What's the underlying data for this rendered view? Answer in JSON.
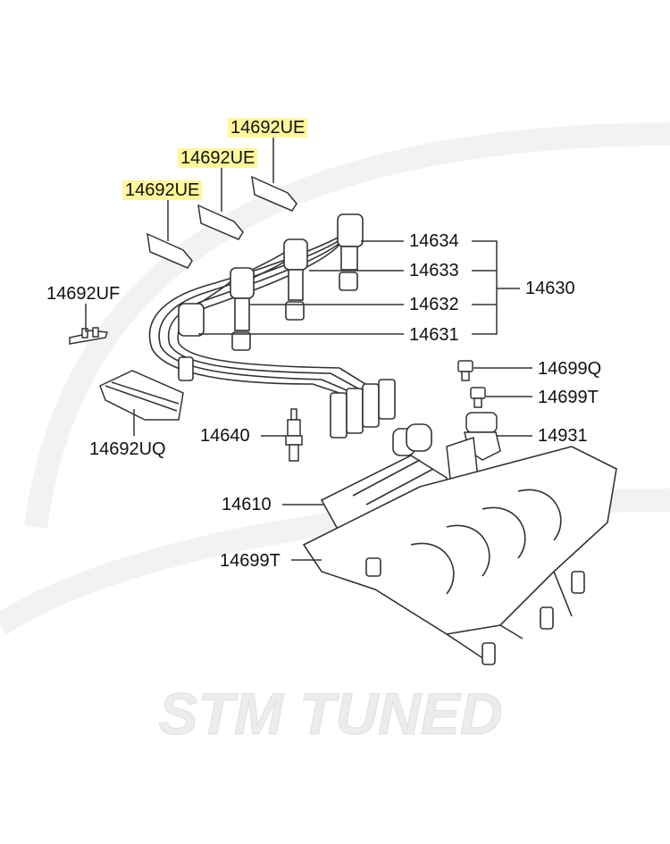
{
  "diagram": {
    "part_labels": {
      "clip_1": "14692UE",
      "clip_2": "14692UE",
      "clip_3": "14692UE",
      "cable_cyl4": "14634",
      "cable_cyl3": "14633",
      "cable_cyl2": "14632",
      "cable_cyl1": "14631",
      "cable_set": "14630",
      "bracket_uf": "14692UF",
      "holder_uq": "14692UQ",
      "spark_plug": "14640",
      "bolt_q": "14699Q",
      "bolt_t_upper": "14699T",
      "bolt_t_lower": "14699T",
      "sensor": "14931",
      "ignition_coil": "14610"
    },
    "highlight_color": "#fff79a",
    "line_color": "#3a3a3a"
  },
  "watermark": {
    "text": "STM TUNED"
  }
}
